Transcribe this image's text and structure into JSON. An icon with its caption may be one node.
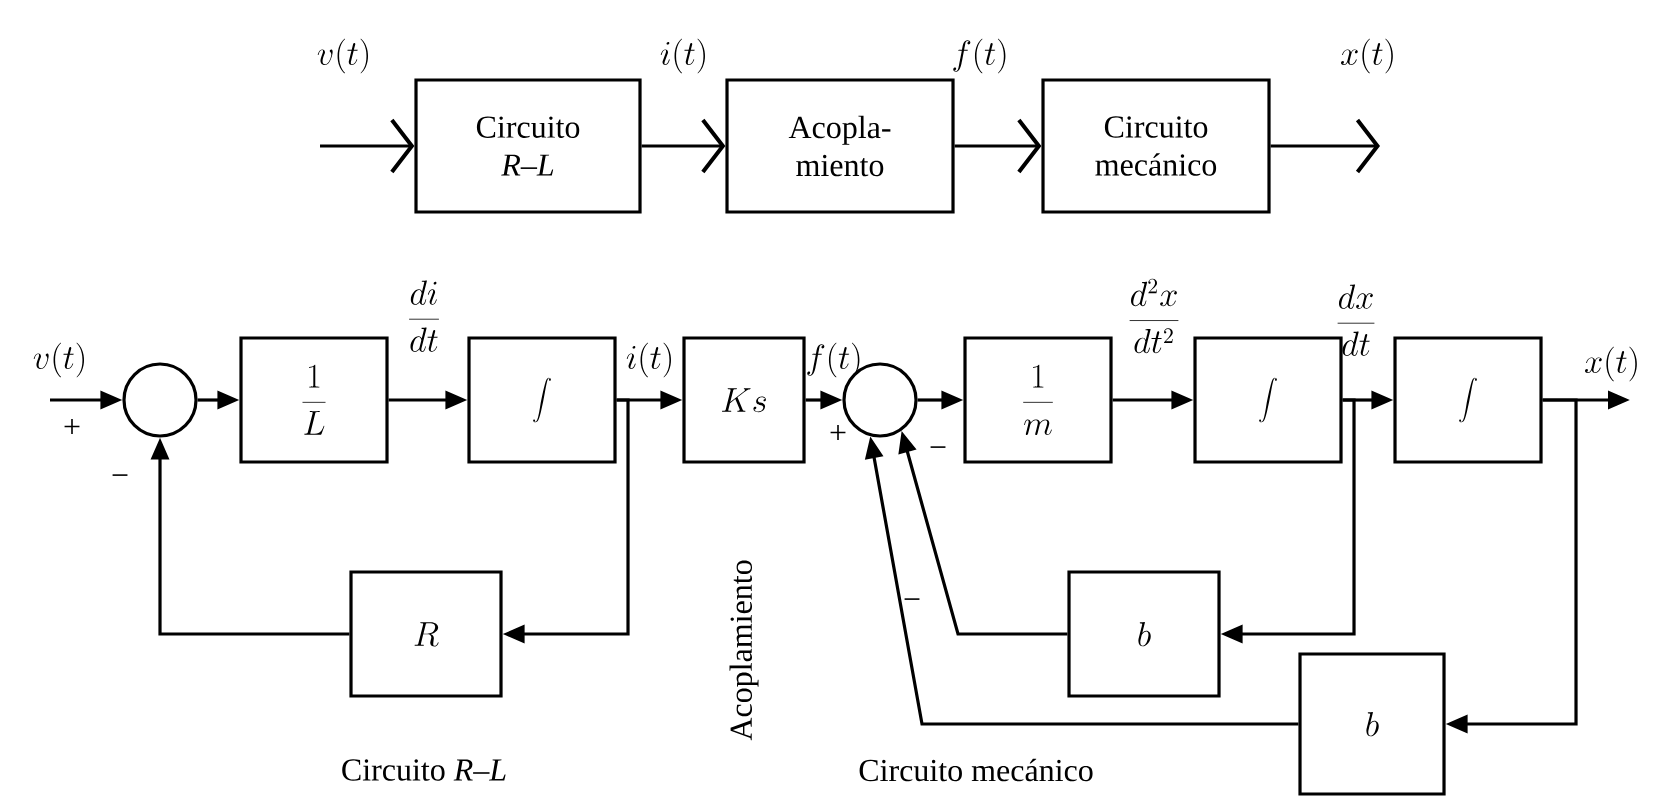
{
  "diagram": {
    "nodes": [
      {
        "text": [
          "Circuito *R–L*"
        ]
      },
      {
        "text": [
          "Acopla- miento"
        ]
      },
      {
        "text": [
          "Circuito mecánico"
        ]
      },
      {
        "text": [],
        "shape": "circle"
      },
      {
        "text": [
          "\\frac{1}{L}"
        ]
      },
      {
        "text": [
          "\\int"
        ]
      },
      {
        "text": [
          "Ks"
        ]
      },
      {
        "text": [],
        "shape": "circle"
      },
      {
        "text": [
          "\\frac{1}{m}"
        ]
      },
      {
        "text": [
          "\\int"
        ]
      },
      {
        "text": [
          "\\int"
        ]
      },
      {
        "text": [
          "R"
        ]
      },
      {
        "text": [
          "b"
        ]
      },
      {
        "text": [
          "b"
        ]
      }
    ],
    "edges": [
      {
        "from": null,
        "to": 0,
        "arrow": "to",
        "label": "v(t)"
      },
      {
        "from": 0,
        "to": 1,
        "arrow": "to",
        "label": "i(t)"
      },
      {
        "from": 1,
        "to": 2,
        "arrow": "to",
        "label": "f(t)"
      },
      {
        "from": 2,
        "to": null,
        "arrow": "to",
        "label": "x(t)"
      },
      {
        "from": null,
        "to": 3,
        "arrow": "to",
        "label": "v(t)"
      },
      {
        "from": 3,
        "to": 4,
        "arrow": "to"
      },
      {
        "from": 4,
        "to": 5,
        "arrow": "to",
        "label": "\\frac{di}{dt}"
      },
      {
        "from": 5,
        "to": 6,
        "arrow": "to",
        "label": "i(t)"
      },
      {
        "from": 5,
        "to": 11,
        "arrow": "to"
      },
      {
        "from": 11,
        "to": 3,
        "arrow": "to"
      },
      {
        "from": 6,
        "to": 7,
        "arrow": "to",
        "label": "f(t)"
      },
      {
        "from": 7,
        "to": 8,
        "arrow": "to"
      },
      {
        "from": 8,
        "to": 9,
        "arrow": "to",
        "label": "\\frac{d^2x}{dt^2}"
      },
      {
        "from": 9,
        "to": 10,
        "arrow": "to",
        "label": "\\frac{dx}{dt}"
      },
      {
        "from": 10,
        "to": null,
        "arrow": "to",
        "label": "x(t)"
      },
      {
        "from": 9,
        "to": 12,
        "arrow": "to"
      },
      {
        "from": 12,
        "to": 7,
        "arrow": "to"
      },
      {
        "from": 10,
        "to": 13,
        "arrow": "to"
      },
      {
        "from": 13,
        "to": 7,
        "arrow": "to"
      }
    ],
    "labels": [
      "+",
      "−",
      "+",
      "−",
      "−",
      "Circuito *R–L*",
      "Acoplamiento",
      "Circuito mecánico"
    ]
  }
}
